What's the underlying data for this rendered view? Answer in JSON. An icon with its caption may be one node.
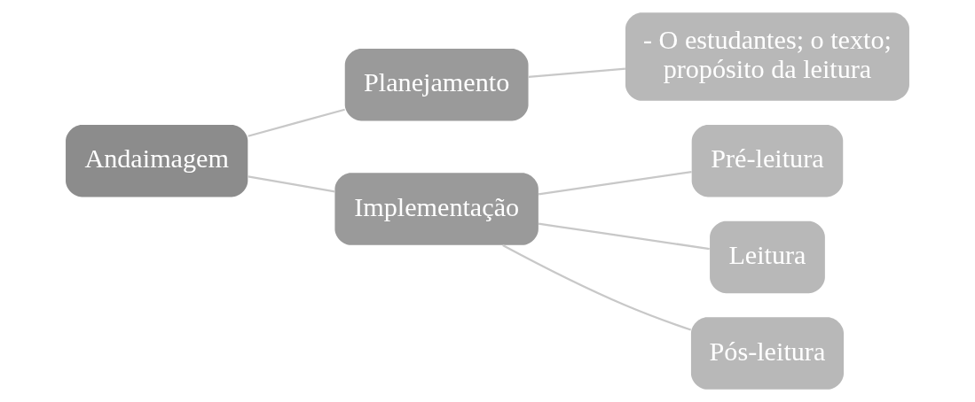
{
  "diagram": {
    "nodes": [
      {
        "text": [
          "Andaimagem"
        ]
      },
      {
        "text": [
          "Planejamento"
        ]
      },
      {
        "text": [
          "- O estudantes; o texto; propósito da leitura"
        ]
      },
      {
        "text": [
          "Implementação"
        ]
      },
      {
        "text": [
          "Pré-leitura"
        ]
      },
      {
        "text": [
          "Leitura"
        ]
      },
      {
        "text": [
          "Pós-leitura"
        ]
      }
    ],
    "edges": [
      {
        "from": 0,
        "to": 1,
        "arrow": "none"
      },
      {
        "from": 0,
        "to": 3,
        "arrow": "none"
      },
      {
        "from": 1,
        "to": 2,
        "arrow": "none"
      },
      {
        "from": 3,
        "to": 4,
        "arrow": "none"
      },
      {
        "from": 3,
        "to": 5,
        "arrow": "none"
      },
      {
        "from": 3,
        "to": 6,
        "arrow": "none"
      }
    ]
  }
}
